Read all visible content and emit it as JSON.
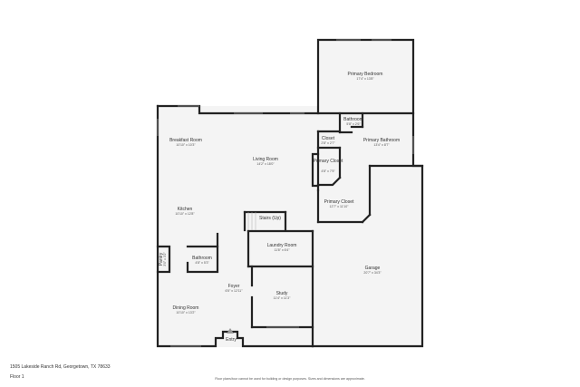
{
  "rooms": {
    "primary_bedroom": {
      "name": "Primary Bedroom",
      "dims": "17'4\" x 13'8\""
    },
    "bathroom_upper": {
      "name": "Bathroom",
      "dims": "5'8\" x 2'6\""
    },
    "primary_bathroom": {
      "name": "Primary Bathroom",
      "dims": "13'4\" x 8'7\""
    },
    "closet": {
      "name": "Closet",
      "dims": "2'8\" x 2'7\""
    },
    "primary_closet_small": {
      "name": "Primary Closet",
      "dims": "4'8\" x 7'5\""
    },
    "breakfast_room": {
      "name": "Breakfast Room",
      "dims": "10'10\" x 10'3\""
    },
    "living_room": {
      "name": "Living Room",
      "dims": "14'2\" x 18'0\""
    },
    "primary_closet": {
      "name": "Primary Closet",
      "dims": "12'7\" x 11'10\""
    },
    "kitchen": {
      "name": "Kitchen",
      "dims": "10'10\" x 12'8\""
    },
    "stairs": {
      "name": "Stairs (Up)"
    },
    "laundry": {
      "name": "Laundry Room",
      "dims": "11'8\" x 6'4\""
    },
    "pantry": {
      "name": "Pantry",
      "dims": "3'0\" x 3'2\""
    },
    "bathroom_lower": {
      "name": "Bathroom",
      "dims": "4'8\" x 5'3\""
    },
    "garage": {
      "name": "Garage",
      "dims": "20'7\" x 34'3\""
    },
    "foyer": {
      "name": "Foyer",
      "dims": "6'5\" x 12'11\""
    },
    "study": {
      "name": "Study",
      "dims": "11'4\" x 11'3\""
    },
    "dining": {
      "name": "Dining Room",
      "dims": "10'10\" x 13'2\""
    },
    "entry": {
      "name": "Entry"
    }
  },
  "footer": {
    "address": "1505 Lakeside Ranch Rd, Georgetown, TX 78633",
    "floor": "Floor 1",
    "disclaimer": "Floor plans/tour cannot be used for building or design purposes. Sizes and dimensions are approximate."
  }
}
